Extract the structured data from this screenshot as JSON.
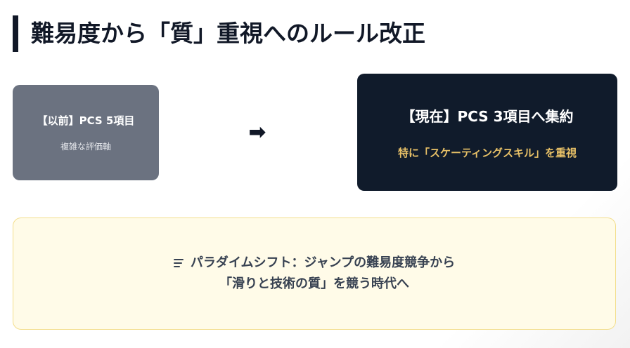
{
  "slide": {
    "title": "難易度から「質」重視へのルール改正"
  },
  "before": {
    "heading": "【以前】PCS 5項目",
    "subtext": "複雑な評価軸"
  },
  "arrow": {
    "icon": "arrow-right-icon",
    "glyph": "➡"
  },
  "after": {
    "heading": "【現在】PCS 3項目へ集約",
    "subtext": "特に「スケーティングスキル」を重視"
  },
  "note": {
    "icon": "wind-icon",
    "line1": "パラダイムシフト：ジャンプの難易度競争から",
    "line2": "「滑りと技術の質」を競う時代へ"
  },
  "colors": {
    "title_text": "#111827",
    "before_box": "#6b7280",
    "after_box": "#101b2b",
    "accent_gold": "#e7c067",
    "note_bg": "#fffbe8",
    "note_border": "#f3de8c"
  }
}
